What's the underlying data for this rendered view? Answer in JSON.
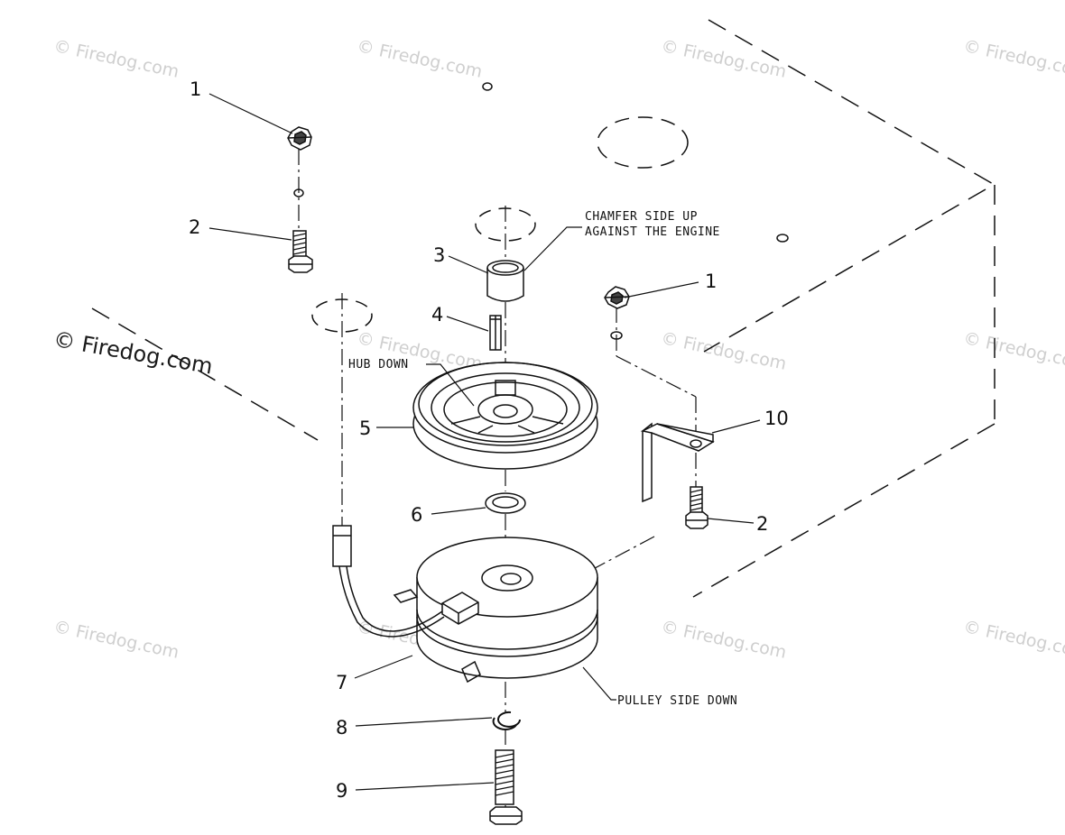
{
  "watermark": {
    "text": "© Firedog.com",
    "main_text": "© Firedog.com"
  },
  "notes": {
    "chamfer_line1": "CHAMFER SIDE UP",
    "chamfer_line2": "AGAINST THE ENGINE",
    "hub_down": "HUB DOWN",
    "pulley_side_down": "PULLEY SIDE DOWN"
  },
  "callouts": {
    "c1_left": "1",
    "c2_left": "2",
    "c3": "3",
    "c4": "4",
    "c5": "5",
    "c6": "6",
    "c7": "7",
    "c8": "8",
    "c9": "9",
    "c1_right": "1",
    "c10": "10",
    "c2_right": "2"
  },
  "colors": {
    "line": "#111111",
    "watermark": "#cfcfcf"
  }
}
